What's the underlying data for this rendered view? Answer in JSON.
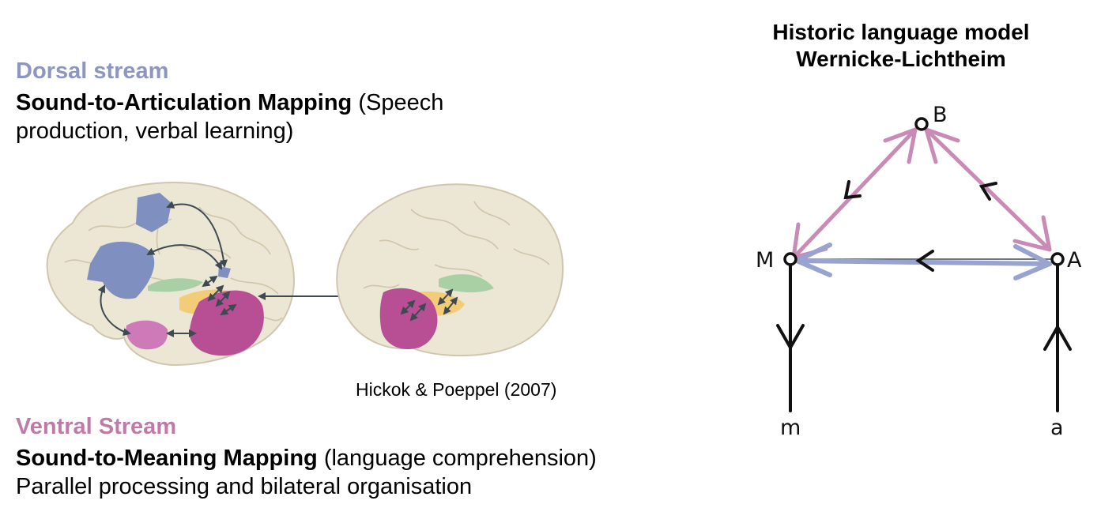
{
  "dorsal": {
    "name": "Dorsal stream",
    "mapping": "Sound-to-Articulation Mapping",
    "detail": "(Speech production, verbal learning)"
  },
  "ventral": {
    "name": "Ventral Stream",
    "mapping": "Sound-to-Meaning Mapping",
    "detail": "(language comprehension)",
    "line2": "Parallel processing and bilateral organisation"
  },
  "citation": "Hickok & Poeppel (2007)",
  "model": {
    "title_line1": "Historic language model",
    "title_line2": "Wernicke-Lichtheim",
    "nodes": {
      "B": "B",
      "M": "M",
      "A": "A",
      "m": "m",
      "a": "a"
    }
  },
  "colors": {
    "dorsal": "#8c96c0",
    "ventral": "#c07aa8",
    "brain_fill": "#ece6d4",
    "blue_region": "#7f8fc0",
    "magenta_region": "#b84e94",
    "pink_region": "#cf7ab8",
    "green_region": "#a8d0a4",
    "yellow_region": "#f3cc78",
    "arrow": "#3d4a52",
    "model_pink": "#c98bb6",
    "model_blue": "#98a3cf"
  }
}
